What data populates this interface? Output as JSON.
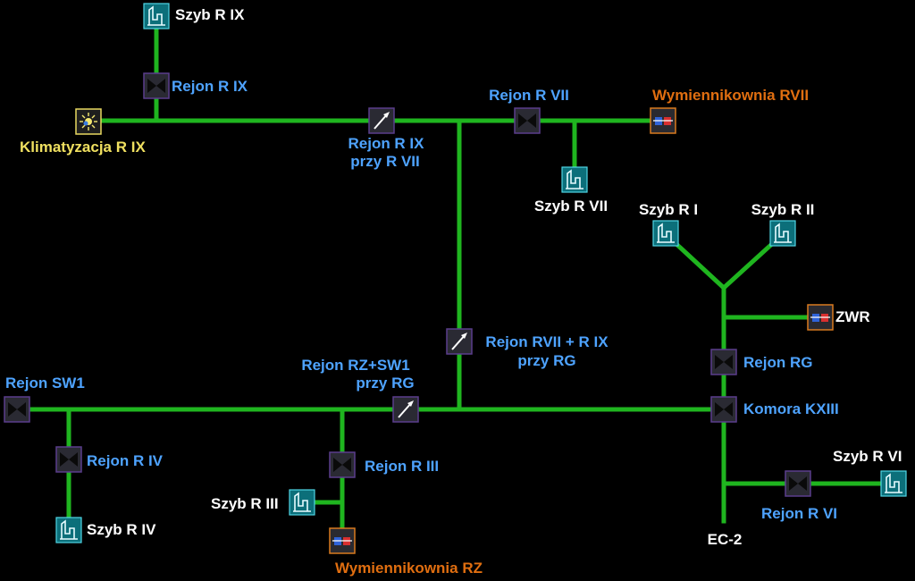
{
  "diagram": {
    "colors": {
      "pipe": "#1fb51f",
      "label_white": "#ffffff",
      "label_blue": "#4ea3ff",
      "label_orange": "#e06e10",
      "label_yellow": "#f0e060",
      "background": "#000000"
    },
    "icons": {
      "shaft": "mine-shaft-icon",
      "valve": "valve-icon",
      "regulating_valve": "regulating-valve-icon",
      "heat_exchanger": "heat-exchanger-icon",
      "air_conditioning": "air-conditioning-icon"
    },
    "labels": {
      "szyb_r_ix": "Szyb R IX",
      "rejon_r_ix": "Rejon R IX",
      "klimatyzacja_r_ix": "Klimatyzacja R IX",
      "rejon_r_ix_przy_r_vii_1": "Rejon R IX",
      "rejon_r_ix_przy_r_vii_2": "przy R VII",
      "rejon_r_vii": "Rejon R VII",
      "wymiennikownia_rvii": "Wymiennikownia RVII",
      "szyb_r_vii": "Szyb R VII",
      "szyb_r_i": "Szyb R I",
      "szyb_r_ii": "Szyb R II",
      "zwr": "ZWR",
      "rejon_rvii_rix_przy_rg_1": "Rejon RVII + R IX",
      "rejon_rvii_rix_przy_rg_2": "przy RG",
      "rejon_rg": "Rejon RG",
      "komora_kxiii": "Komora KXIII",
      "rejon_sw1": "Rejon SW1",
      "rejon_rz_sw1_przy_rg_1": "Rejon RZ+SW1",
      "rejon_rz_sw1_przy_rg_2": "przy RG",
      "rejon_r_iv": "Rejon R IV",
      "szyb_r_iv": "Szyb R IV",
      "rejon_r_iii": "Rejon R III",
      "szyb_r_iii": "Szyb R III",
      "wymiennikownia_rz": "Wymiennikownia RZ",
      "szyb_r_vi": "Szyb R VI",
      "rejon_r_vi": "Rejon R VI",
      "ec_2": "EC-2"
    }
  }
}
